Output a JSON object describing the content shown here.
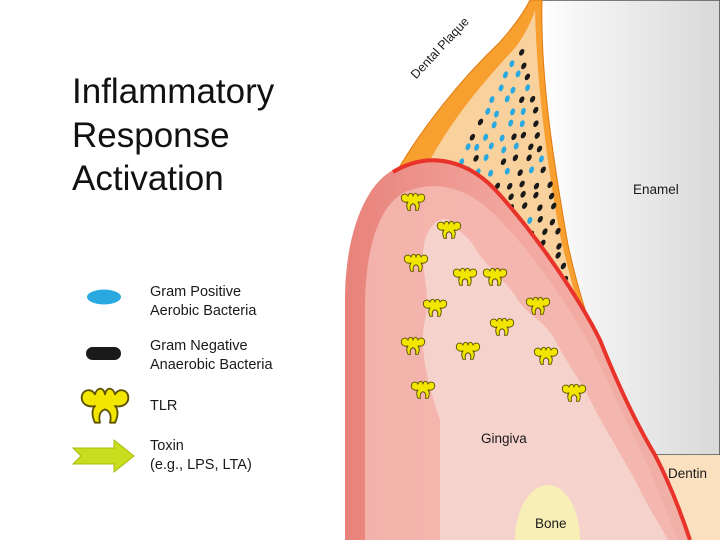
{
  "title": {
    "line1": "Inflammatory",
    "line2": "Response",
    "line3": "Activation"
  },
  "legend": [
    {
      "icon": "blue-oval-icon",
      "line1": "Gram Positive",
      "line2": "Aerobic Bacteria"
    },
    {
      "icon": "black-oval-icon",
      "line1": "Gram Negative",
      "line2": "Anaerobic Bacteria"
    },
    {
      "icon": "tlr-receptor-icon",
      "line1": "TLR",
      "line2": ""
    },
    {
      "icon": "toxin-arrow-icon",
      "line1": "Toxin",
      "line2": "(e.g., LPS, LTA)"
    }
  ],
  "labels": {
    "dental_plaque": "Dental Plaque",
    "enamel": "Enamel",
    "gingiva": "Gingiva",
    "dentin": "Dentin",
    "bone": "Bone"
  },
  "colors": {
    "gram_positive": "#29a9e0",
    "gram_negative": "#1a1a1a",
    "tlr": "#f2e600",
    "toxin": "#c8dd1e",
    "plaque": "#f7a030",
    "gingiva_outer": "#ee8e86",
    "gingiva_inner": "#f6d2cc",
    "gum_line": "#e8332a",
    "enamel": "#ececec",
    "dentin": "#fbe0c0",
    "bone": "#f8efb6"
  }
}
